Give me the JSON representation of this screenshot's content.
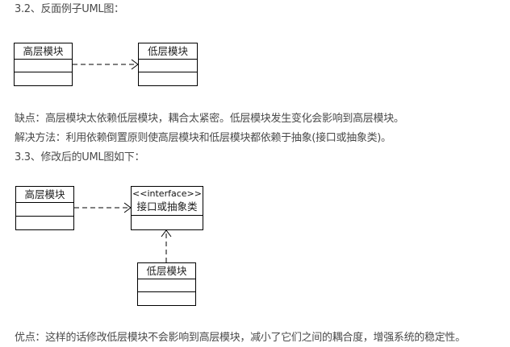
{
  "section1": {
    "heading": "3.2、反面例子UML图："
  },
  "diagram1": {
    "classes": [
      {
        "name": "高层模块"
      },
      {
        "name": "低层模块"
      }
    ],
    "relations": [
      {
        "from": "高层模块",
        "to": "低层模块",
        "type": "dependency"
      }
    ]
  },
  "paragraphs": {
    "drawback": "缺点：高层模块太依赖低层模块，耦合太紧密。低层模块发生变化会影响到高层模块。",
    "solution": "解决方法：利用依赖倒置原则使高层模块和低层模块都依赖于抽象(接口或抽象类)。"
  },
  "section2": {
    "heading": "3.3、修改后的UML图如下："
  },
  "diagram2": {
    "classes": [
      {
        "name": "高层模块"
      },
      {
        "stereotype": "<<interface>>",
        "name": "接口或抽象类"
      },
      {
        "name": "低层模块"
      }
    ],
    "relations": [
      {
        "from": "高层模块",
        "to": "接口或抽象类",
        "type": "dependency"
      },
      {
        "from": "低层模块",
        "to": "接口或抽象类",
        "type": "dependency"
      }
    ]
  },
  "advantage": "优点：这样的话修改低层模块不会影响到高层模块，减小了它们之间的耦合度，增强系统的稳定性。"
}
